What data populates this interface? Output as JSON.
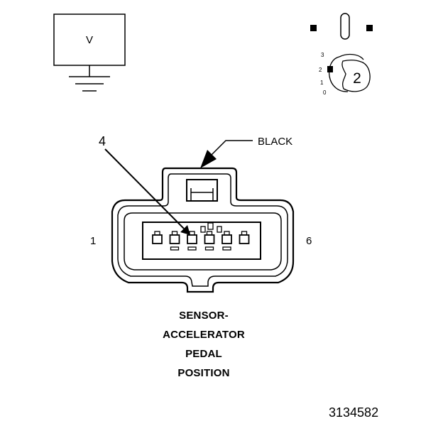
{
  "voltmeter": {
    "symbol": "V",
    "icon": "voltmeter-ground-icon"
  },
  "meter_setting": {
    "icon": "meter-selector-icon",
    "scale": [
      "3",
      "2",
      "1",
      "0"
    ],
    "selected": "2"
  },
  "connector": {
    "color_label": "BLACK",
    "pin_callout": "4",
    "left_pin_label": "1",
    "right_pin_label": "6",
    "pin_count": 6
  },
  "title_lines": [
    "SENSOR-",
    "ACCELERATOR",
    "PEDAL",
    "POSITION"
  ],
  "figure_number": "3134582"
}
